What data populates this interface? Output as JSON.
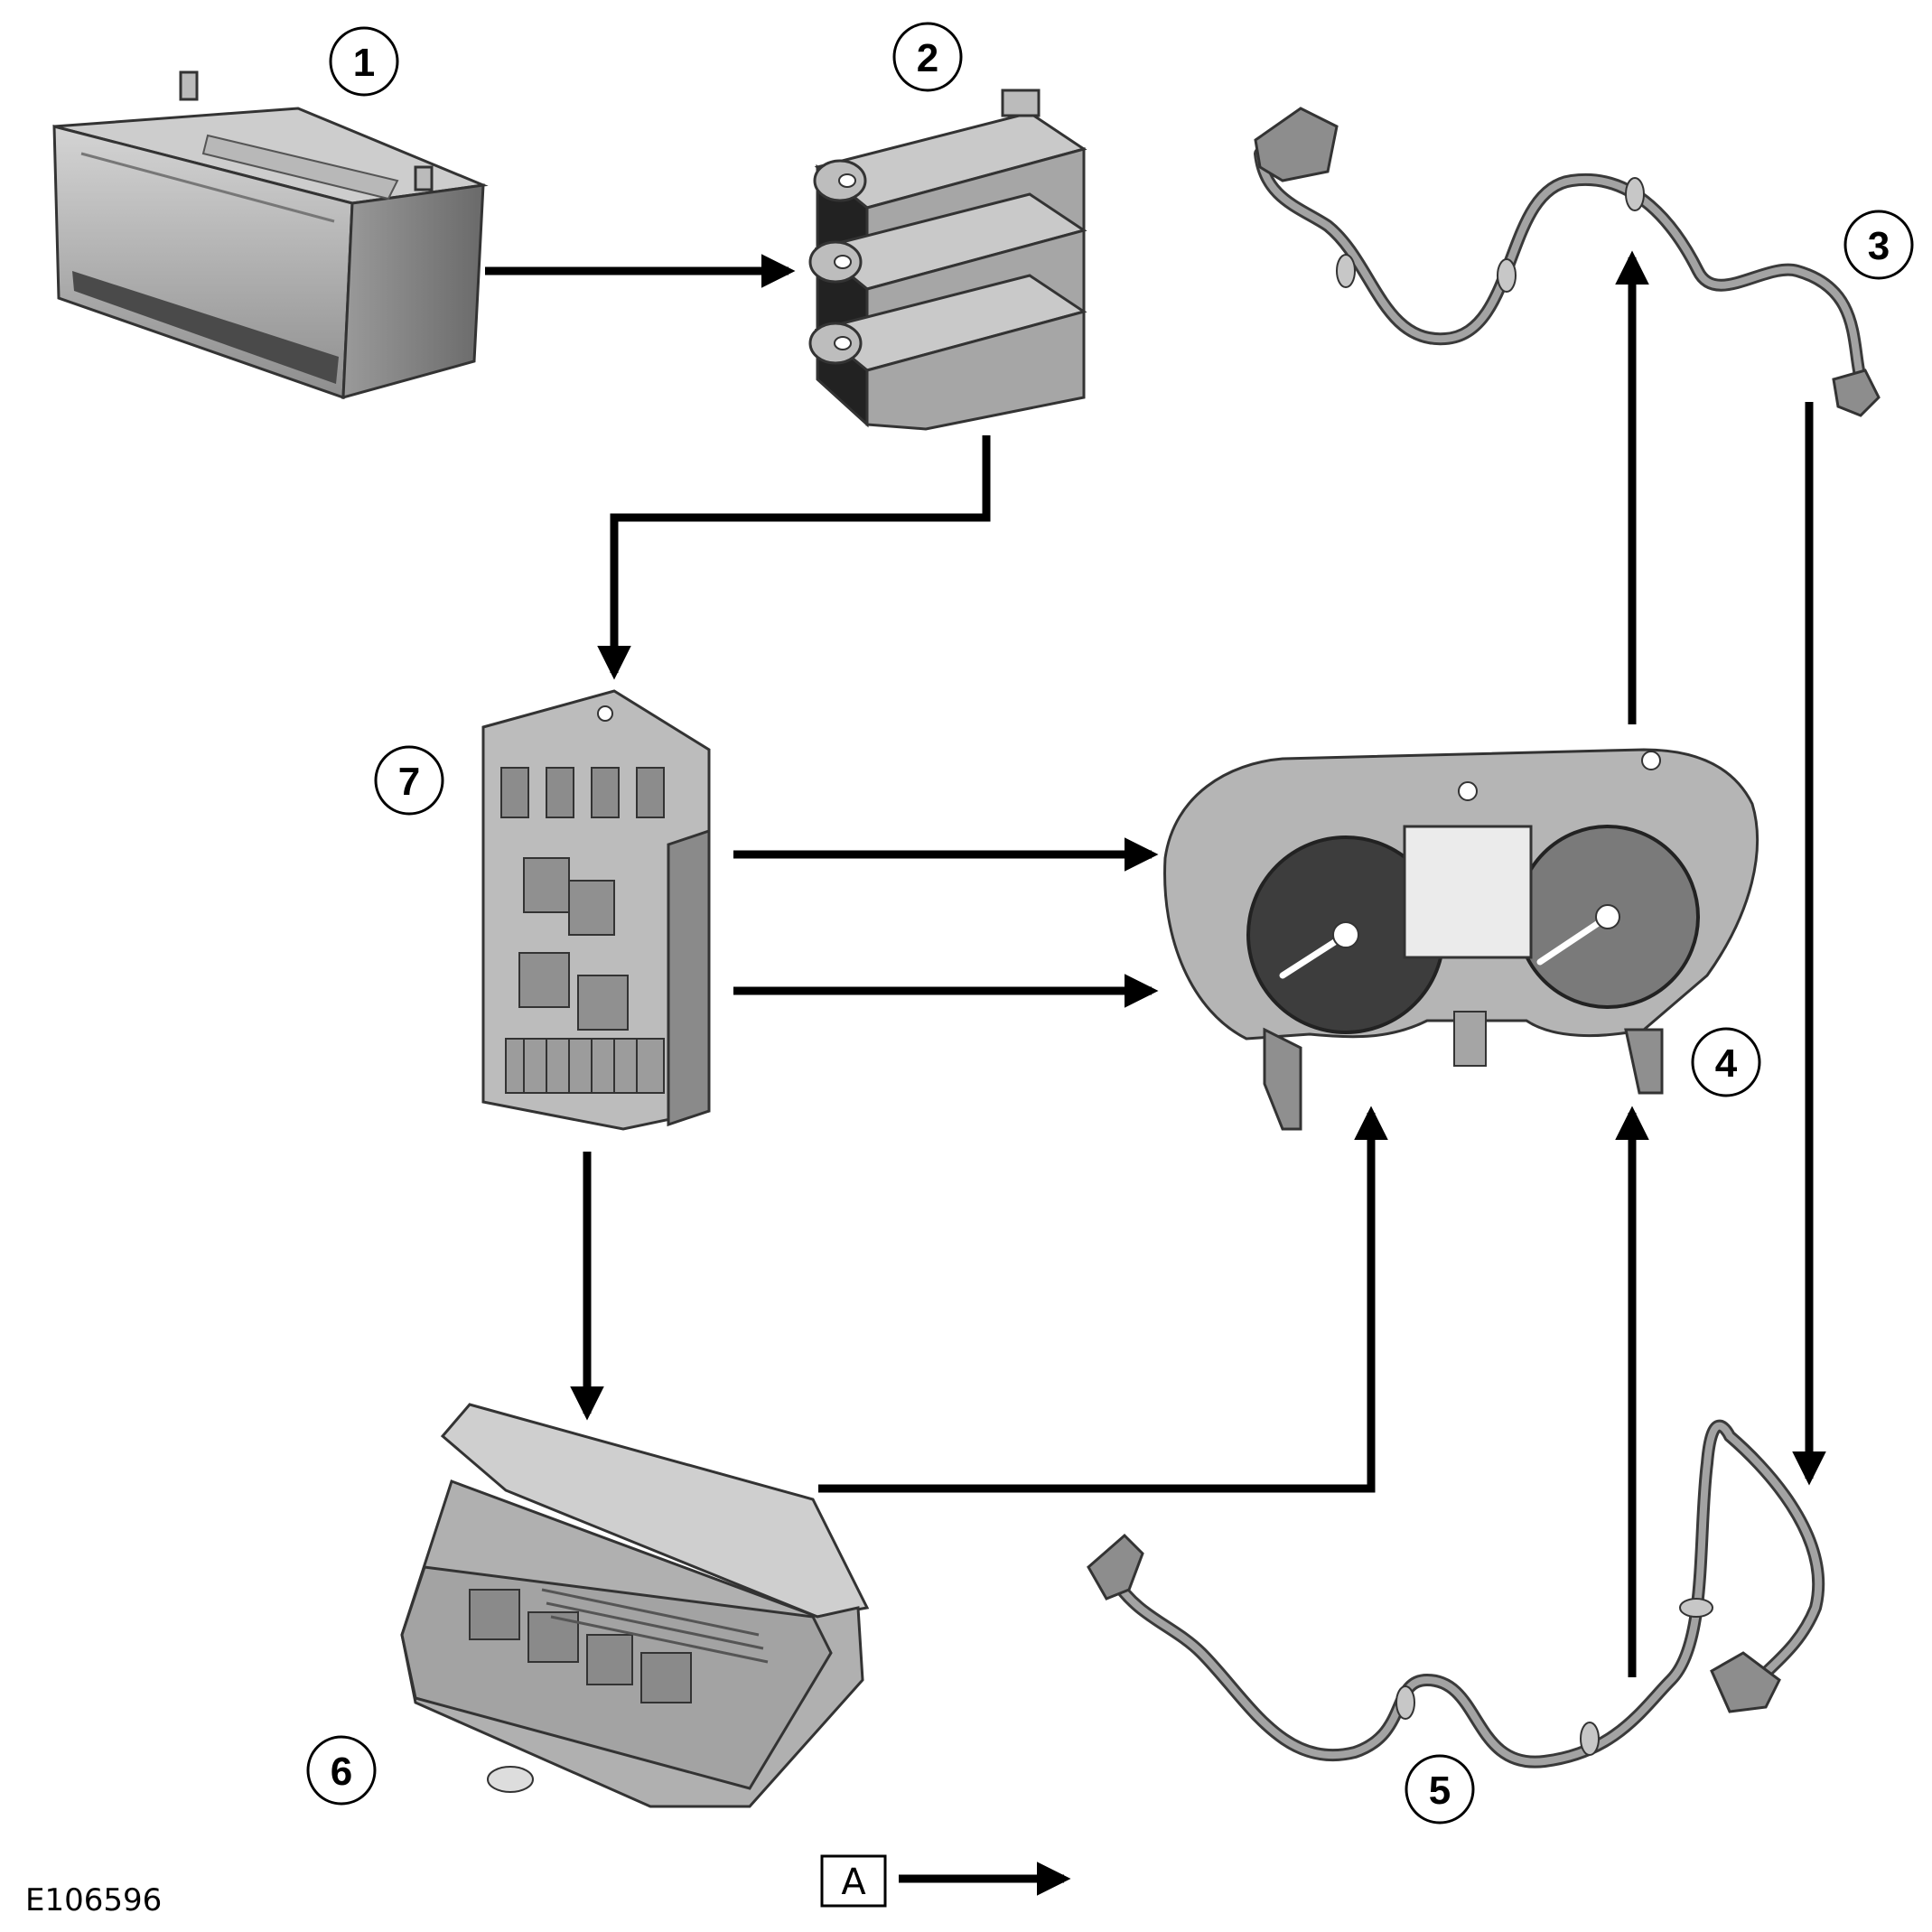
{
  "callouts": {
    "c1": "1",
    "c2": "2",
    "c3": "3",
    "c4": "4",
    "c5": "5",
    "c6": "6",
    "c7": "7"
  },
  "legend": {
    "label": "A"
  },
  "figure_id": "E106596",
  "colors": {
    "arrow": "#000000",
    "component_fill": "#a9a9a9",
    "component_dark": "#5c5c5c",
    "component_light": "#cfcfcf",
    "outline": "#2a2a2a"
  }
}
